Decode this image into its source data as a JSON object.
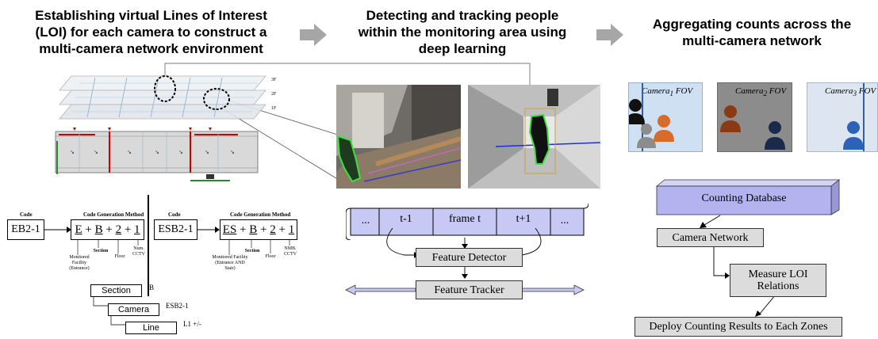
{
  "titles": {
    "left": [
      "Establishing virtual Lines of Interest",
      "(LOI) for each camera to construct a",
      "multi-camera network environment"
    ],
    "middle": [
      "Detecting and tracking people",
      "within the monitoring area using",
      "deep learning"
    ],
    "right": [
      "Aggregating counts across the",
      "multi-camera network"
    ]
  },
  "building": {
    "floor_labels": [
      "3F",
      "2F",
      "1F"
    ]
  },
  "code": {
    "heading": "Code",
    "method_heading": "Code Generation Method",
    "example1": {
      "code": "EB2-1",
      "formula": [
        "E",
        "B",
        "2",
        "1"
      ],
      "sub_labels": [
        "Monitored Facility (Entrance)",
        "Section",
        "Floor",
        "Num. CCTV"
      ]
    },
    "example2": {
      "code": "ESB2-1",
      "formula": [
        "ES",
        "B",
        "2",
        "1"
      ],
      "sub_labels": [
        "Monitored Facility (Entrance AND Stair)",
        "Section",
        "Floor",
        "NMB. CCTV"
      ]
    }
  },
  "hierarchy": [
    {
      "label": "Section",
      "value": "B"
    },
    {
      "label": "Camera",
      "value": "ESB2-1"
    },
    {
      "label": "Line",
      "value": "L1 +/-"
    }
  ],
  "pipeline": {
    "frames": [
      "...",
      "t-1",
      "frame t",
      "t+1",
      "..."
    ],
    "detector": "Feature Detector",
    "tracker": "Feature Tracker"
  },
  "cameras": [
    {
      "name": "Camera",
      "sub": "1",
      "fov": "FOV",
      "bg": "#cfe0f2"
    },
    {
      "name": "Camera",
      "sub": "2",
      "fov": "FOV",
      "bg": "#8c8c8c"
    },
    {
      "name": "Camera",
      "sub": "3",
      "fov": "FOV",
      "bg": "#dde6f0"
    }
  ],
  "flow": {
    "database": "Counting Database",
    "network": "Camera Network",
    "measure": [
      "Measure LOI",
      "Relations"
    ],
    "deploy": "Deploy Counting Results to Each Zones"
  },
  "colors": {
    "arrow": "#a6a6a6",
    "database": "#b3b3f0",
    "frame_strip": "#c8c8f5",
    "flow_box": "#dcdcdc"
  }
}
